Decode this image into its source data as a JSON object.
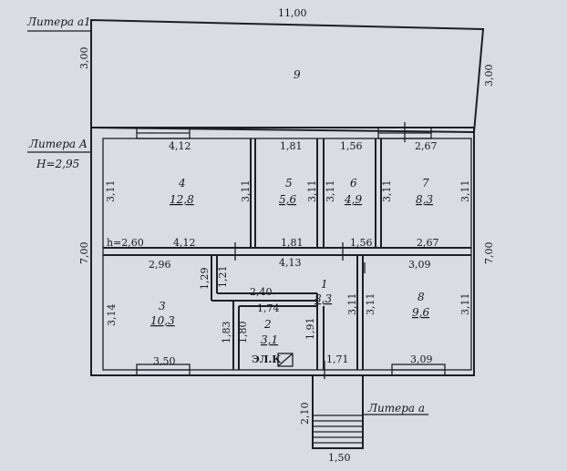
{
  "literas": {
    "a1": "Литера а1",
    "A": "Литера А",
    "A_height": "Н=2,95",
    "a": "Литера а"
  },
  "ceiling_height": "h=2,60",
  "outer_dims": {
    "a1_width": "11,00",
    "a1_left": "3,00",
    "a1_right": "3,00",
    "a_left": "7,00",
    "a_right": "7,00",
    "porch_height": "2,10",
    "porch_width": "1,50"
  },
  "rooms": [
    {
      "id": "9",
      "num": "9",
      "area": ""
    },
    {
      "id": "4",
      "num": "4",
      "area": "12,8"
    },
    {
      "id": "5",
      "num": "5",
      "area": "5,6"
    },
    {
      "id": "6",
      "num": "6",
      "area": "4,9"
    },
    {
      "id": "7",
      "num": "7",
      "area": "8,3"
    },
    {
      "id": "3",
      "num": "3",
      "area": "10,3"
    },
    {
      "id": "1",
      "num": "1",
      "area": "8,3"
    },
    {
      "id": "2",
      "num": "2",
      "area": "3,1"
    },
    {
      "id": "8",
      "num": "8",
      "area": "9,6"
    }
  ],
  "dims": {
    "r4_top": "4,12",
    "r5_top": "1,81",
    "r6_top": "1,56",
    "r7_top": "2,67",
    "r4_left": "3,11",
    "r4_right": "3,11",
    "r5_right": "3,11",
    "r6_left": "3,11",
    "r6_right": "3,11",
    "r7_right": "3,11",
    "mid_412": "4,12",
    "mid_181": "1,81",
    "mid_156": "1,56",
    "mid_267": "2,67",
    "r3_top": "2,96",
    "r1_top": "4,13",
    "r8_top": "3,09",
    "d_129": "1,29",
    "d_121": "1,21",
    "d_240": "2,40",
    "d_174": "1,74",
    "r3_left": "3,14",
    "r8_right": "3,11",
    "r1_r1": "3,11",
    "r1_r2": "3,11",
    "d_183": "1,83",
    "d_180": "1,80",
    "d_191": "1,91",
    "r3_bottom": "3,50",
    "r1_bottom": "1,71",
    "r8_bottom": "3,09"
  },
  "elk_label": "ЭЛ.К"
}
